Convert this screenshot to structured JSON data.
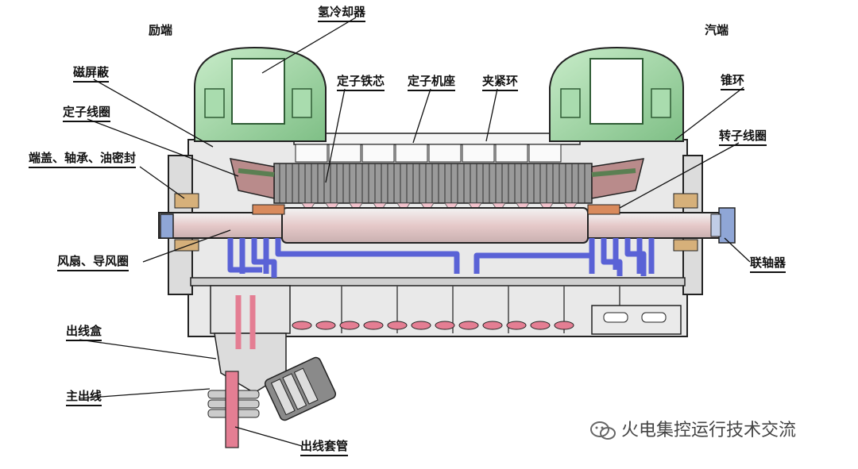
{
  "labels": {
    "exciter_end": "励端",
    "turbine_end": "汽端",
    "hydrogen_cooler": "氢冷却器",
    "magnetic_shield": "磁屏蔽",
    "stator_winding": "定子线圈",
    "end_cover": "端盖、轴承、油密封",
    "stator_core": "定子铁芯",
    "stator_frame": "定子机座",
    "clamp_ring": "夹紧环",
    "cone_ring": "锥环",
    "rotor_winding": "转子线圈",
    "fan": "风扇、导风圈",
    "coupling": "联轴器",
    "terminal_box": "出线盒",
    "main_lead": "主出线",
    "bushing": "出线套管"
  },
  "watermark": "火电集控运行技术交流",
  "colors": {
    "cooler_green": "#9fd6a4",
    "cooler_dark": "#2f5c35",
    "frame_gray": "#d9d9d9",
    "core_gray": "#8c8c8c",
    "duct_blue": "#5a62d6",
    "pink": "#e47e93",
    "outline": "#222222"
  }
}
